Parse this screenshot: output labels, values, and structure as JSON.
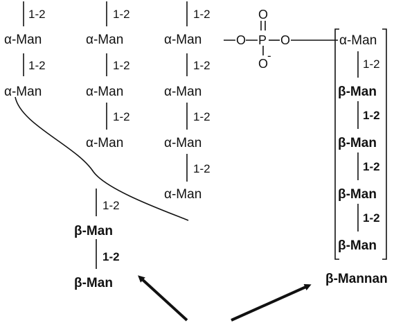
{
  "colors": {
    "ink": "#111111",
    "background": "#ffffff"
  },
  "chains": [
    {
      "name": "chain-1",
      "residues": [
        "α-Man",
        "α-Man"
      ],
      "links": [
        "1-2",
        "1-2"
      ]
    },
    {
      "name": "chain-2",
      "residues": [
        "α-Man",
        "α-Man",
        "α-Man"
      ],
      "links": [
        "1-2",
        "1-2",
        "1-2"
      ]
    },
    {
      "name": "chain-3",
      "residues": [
        "α-Man",
        "α-Man",
        "α-Man",
        "α-Man"
      ],
      "links": [
        "1-2",
        "1-2",
        "1-2",
        "1-2"
      ]
    }
  ],
  "core": {
    "residues": [
      "β-Man",
      "β-Man"
    ],
    "links": [
      "1-2",
      "1-2"
    ]
  },
  "phosphate": {
    "oxygen": "O",
    "phosphorus": "P",
    "charge": "-"
  },
  "mannan": {
    "residues": [
      "α-Man",
      "β-Man",
      "β-Man",
      "β-Man",
      "β-Man"
    ],
    "links": [
      "1-2",
      "1-2",
      "1-2",
      "1-2"
    ],
    "label": "β-Mannan"
  }
}
